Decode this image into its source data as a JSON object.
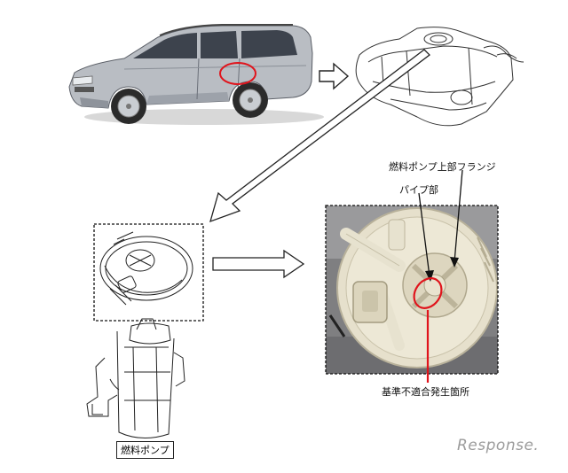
{
  "labels": {
    "flange": "燃料ポンプ上部フランジ",
    "pipe": "パイプ部",
    "defect": "基準不適合発生箇所",
    "pump": "燃料ポンプ"
  },
  "brand": "Response.",
  "colors": {
    "highlight": "#e0141c",
    "line": "#222222",
    "car_body": "#b9bdc3",
    "part_plastic": "#e6e0cc"
  }
}
